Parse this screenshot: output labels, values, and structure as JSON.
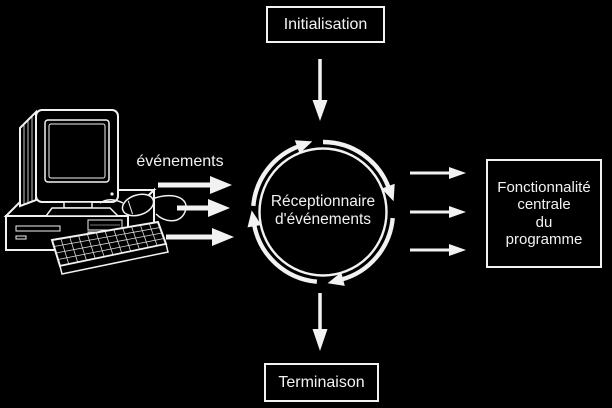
{
  "diagram": {
    "background": "#000000",
    "foreground": "#f2f2f2",
    "nodes": {
      "initialisation": {
        "label": "Initialisation"
      },
      "event_loop": {
        "line1": "Réceptionnaire",
        "line2": "d'événements"
      },
      "core": {
        "line1": "Fonctionnalité",
        "line2": "centrale",
        "line3": "du",
        "line4": "programme"
      },
      "terminaison": {
        "label": "Terminaison"
      }
    },
    "labels": {
      "events": "événements"
    },
    "icons": {
      "computer": "desktop-computer-icon",
      "event_loop_cycle": "circular-arrows-icon",
      "incoming_events": "arrow-right-icon",
      "outgoing_calls": "arrow-right-icon",
      "init_flow": "arrow-down-icon",
      "termination_flow": "arrow-down-icon"
    }
  }
}
